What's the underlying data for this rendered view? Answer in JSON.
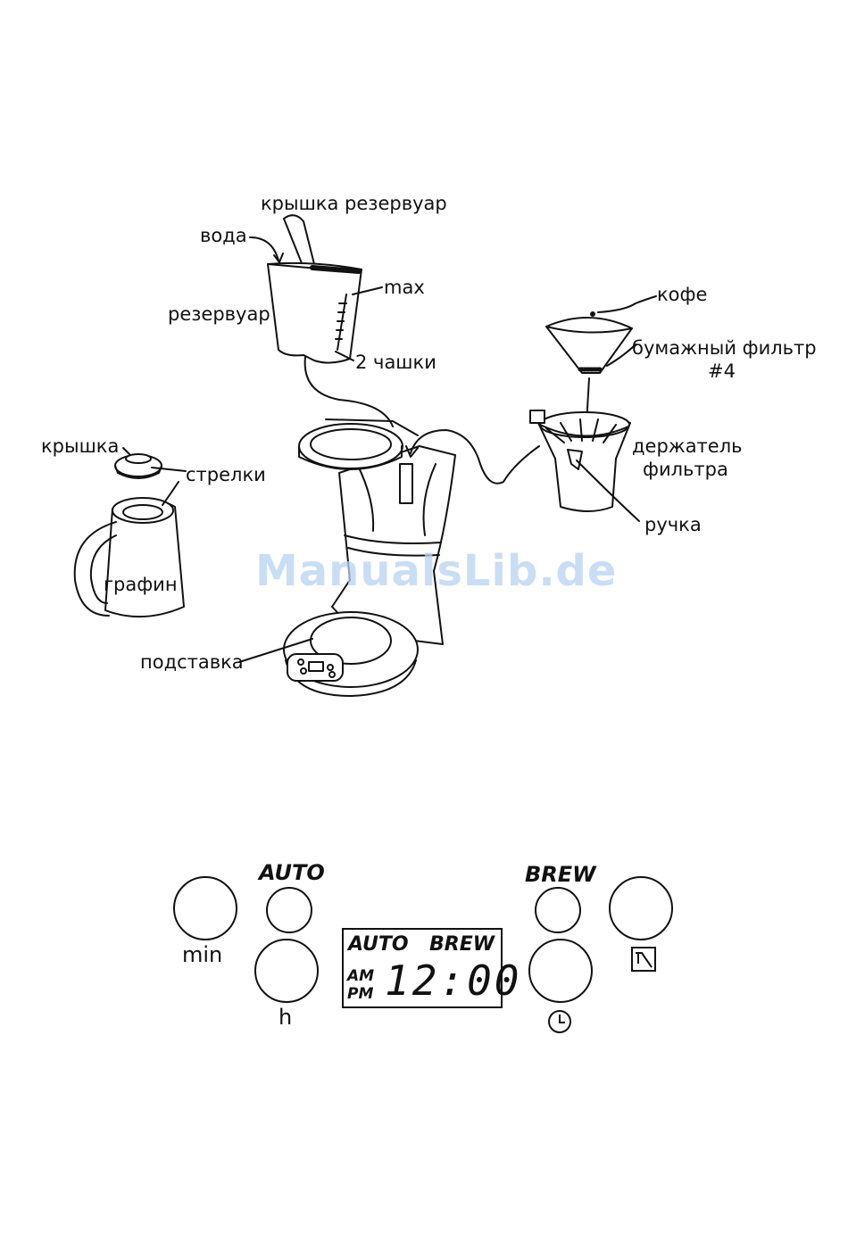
{
  "diagram": {
    "labels": {
      "reservoir_lid": "крышка резервуар",
      "water": "вода",
      "max": "max",
      "reservoir": "резервуар",
      "two_cups": "2 чашки",
      "coffee": "кофе",
      "paper_filter_line1": "бумажный фильтр",
      "paper_filter_line2": "#4",
      "lid": "крышка",
      "arrows": "стрелки",
      "filter_holder_line1": "держатель",
      "filter_holder_line2": "фильтра",
      "handle": "ручка",
      "carafe": "графин",
      "base": "подставка"
    },
    "watermark": "ManualsLib.de"
  },
  "panel": {
    "auto_label": "AUTO",
    "brew_label": "BREW",
    "min_label": "min",
    "h_label": "h",
    "display": {
      "auto": "AUTO",
      "brew": "BREW",
      "am": "AM",
      "pm": "PM",
      "time": "12:00"
    },
    "icons": [
      "clock-icon",
      "brew-strength-icon"
    ]
  }
}
